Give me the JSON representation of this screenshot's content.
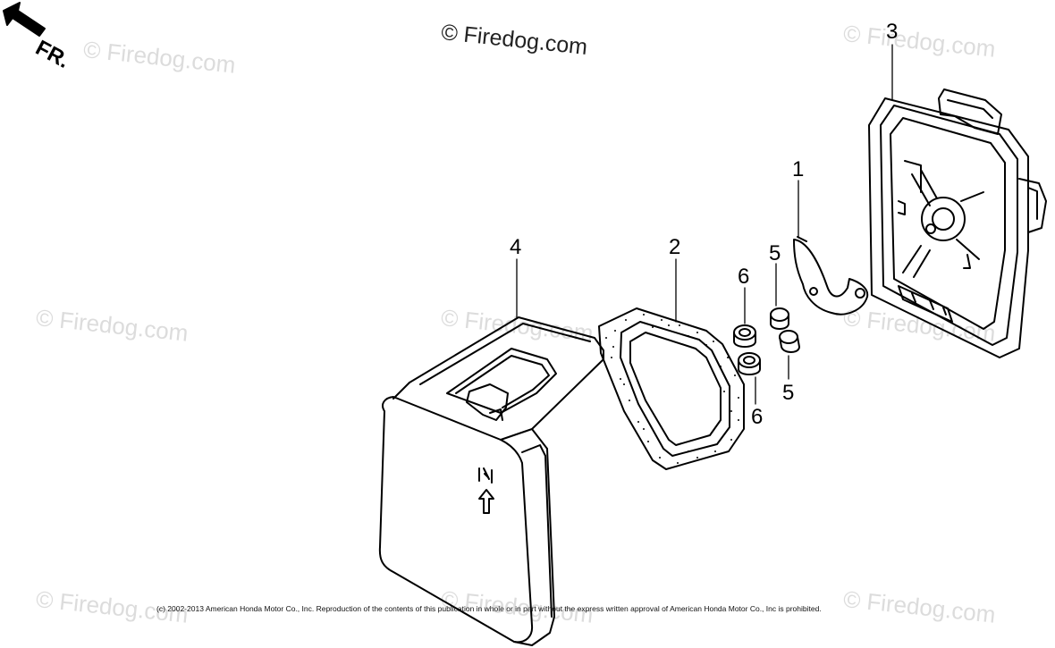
{
  "watermark": {
    "main": "© Firedog.com",
    "tile": "© Firedog.com"
  },
  "direction_label": "FR.",
  "callouts": [
    {
      "id": "part-1",
      "text": "1"
    },
    {
      "id": "part-2",
      "text": "2"
    },
    {
      "id": "part-3",
      "text": "3"
    },
    {
      "id": "part-4",
      "text": "4"
    },
    {
      "id": "part-5a",
      "text": "5"
    },
    {
      "id": "part-5b",
      "text": "5"
    },
    {
      "id": "part-6a",
      "text": "6"
    },
    {
      "id": "part-6b",
      "text": "6"
    }
  ],
  "copyright": "(c) 2002-2013 American Honda Motor Co., Inc. Reproduction of the contents of this publication in whole or in part without the express written approval of American Honda Motor Co., Inc is prohibited."
}
